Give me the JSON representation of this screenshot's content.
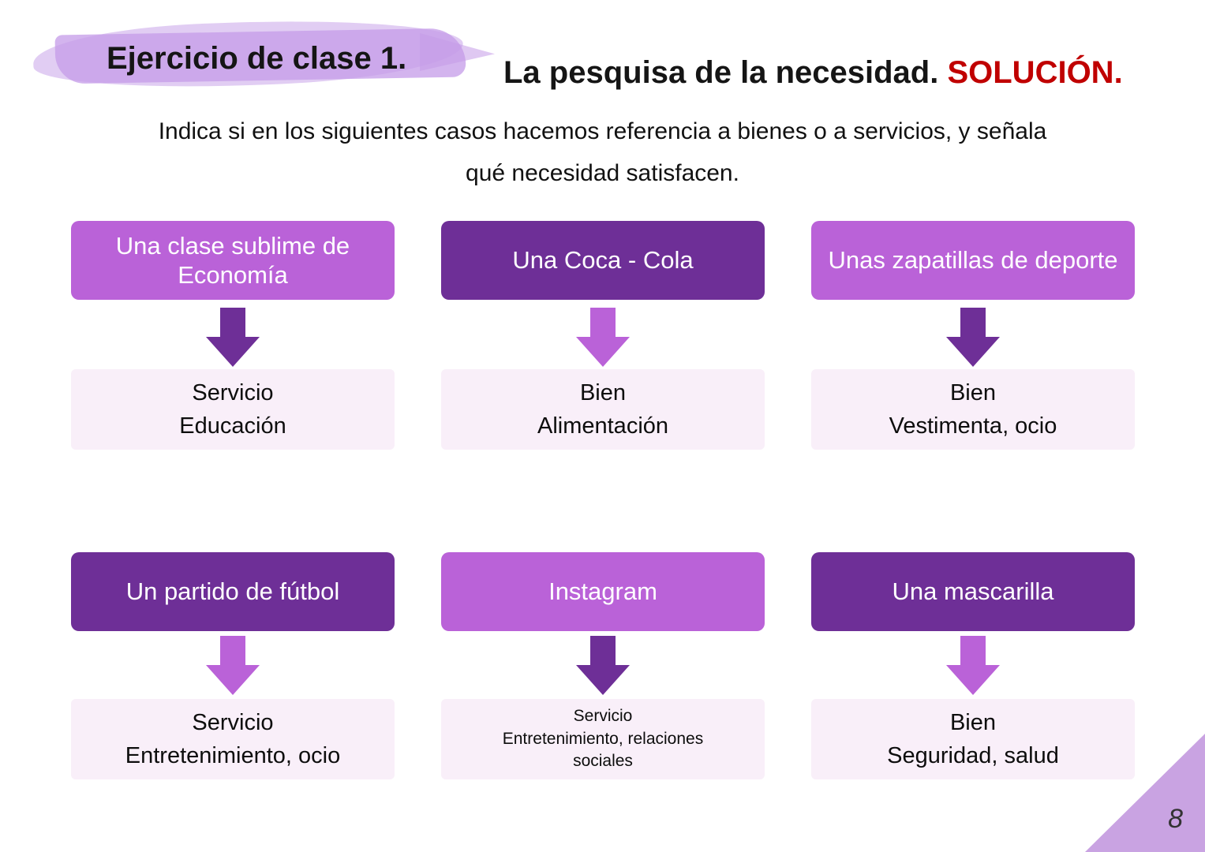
{
  "header": {
    "exercise_title": "Ejercicio de clase 1.",
    "main_title": "La pesquisa de la necesidad. ",
    "solution_label": "SOLUCIÓN.",
    "instructions_line1": "Indica si en los siguientes casos hacemos referencia a bienes o a servicios, y señala",
    "instructions_line2": "qué necesidad satisfacen."
  },
  "items": [
    {
      "label": "Una clase sublime de Economía",
      "box_style": "orchid",
      "arrow_style": "dark",
      "answer_lines": [
        "Servicio",
        "Educación"
      ]
    },
    {
      "label": "Una Coca - Cola",
      "box_style": "dark",
      "arrow_style": "orchid",
      "answer_lines": [
        "Bien",
        "Alimentación"
      ]
    },
    {
      "label": "Unas zapatillas de deporte",
      "box_style": "orchid",
      "arrow_style": "dark",
      "answer_lines": [
        "Bien",
        "Vestimenta, ocio"
      ]
    },
    {
      "label": "Un partido de fútbol",
      "box_style": "dark",
      "arrow_style": "orchid",
      "answer_lines": [
        "Servicio",
        "Entretenimiento, ocio"
      ]
    },
    {
      "label": "Instagram",
      "box_style": "orchid",
      "arrow_style": "dark",
      "answer_lines": [
        "Servicio",
        "Entretenimiento, relaciones",
        "sociales"
      ]
    },
    {
      "label": "Una mascarilla",
      "box_style": "dark",
      "arrow_style": "orchid",
      "answer_lines": [
        "Bien",
        "Seguridad, salud"
      ]
    }
  ],
  "footer": {
    "page_number": "8"
  },
  "colors": {
    "orchid": "#BA62D8",
    "dark_purple": "#6E2F97",
    "answer_bg": "#F9EFF9",
    "solution_red": "#C00000",
    "brush_purple": "#C49BE8",
    "corner_triangle": "#C9A3E2"
  }
}
